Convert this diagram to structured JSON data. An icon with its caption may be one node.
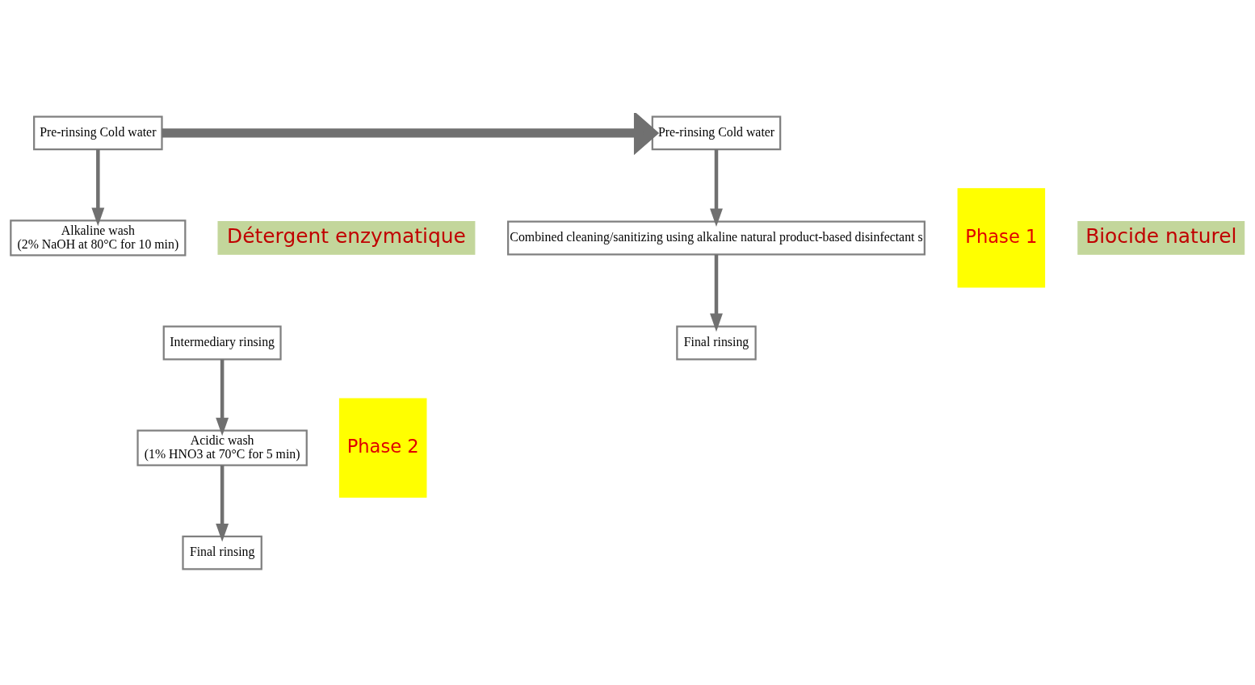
{
  "diagram": {
    "nodes": [
      {
        "text": [
          "Pre-rinsing Cold water"
        ]
      },
      {
        "text": [
          "Alkaline wash",
          "(2% NaOH at 80°C for 10 min)"
        ]
      },
      {
        "text": [
          "Détergent enzymatique"
        ]
      },
      {
        "text": [
          "Phase 1"
        ]
      },
      {
        "text": [
          "Intermediary rinsing"
        ]
      },
      {
        "text": [
          "Acidic wash",
          "(1% HNO3 at 70°C for 5 min)"
        ]
      },
      {
        "text": [
          "Final rinsing"
        ]
      },
      {
        "text": [
          "Phase 2"
        ]
      },
      {
        "text": [
          "Pre-rinsing Cold water"
        ]
      },
      {
        "text": [
          "Combined cleaning/sanitizing using alkaline natural product-based disinfectant s"
        ]
      },
      {
        "text": [
          "Biocide naturel"
        ]
      },
      {
        "text": [
          "Final rinsing"
        ]
      }
    ],
    "edges": [
      {
        "from": 0,
        "to": 1,
        "arrow": "to"
      },
      {
        "from": 4,
        "to": 5,
        "arrow": "to"
      },
      {
        "from": 5,
        "to": 6,
        "arrow": "to"
      },
      {
        "from": 0,
        "to": 8,
        "arrow": "to",
        "style": "thick"
      },
      {
        "from": 8,
        "to": 9,
        "arrow": "to"
      },
      {
        "from": 9,
        "to": 11,
        "arrow": "to"
      }
    ]
  }
}
